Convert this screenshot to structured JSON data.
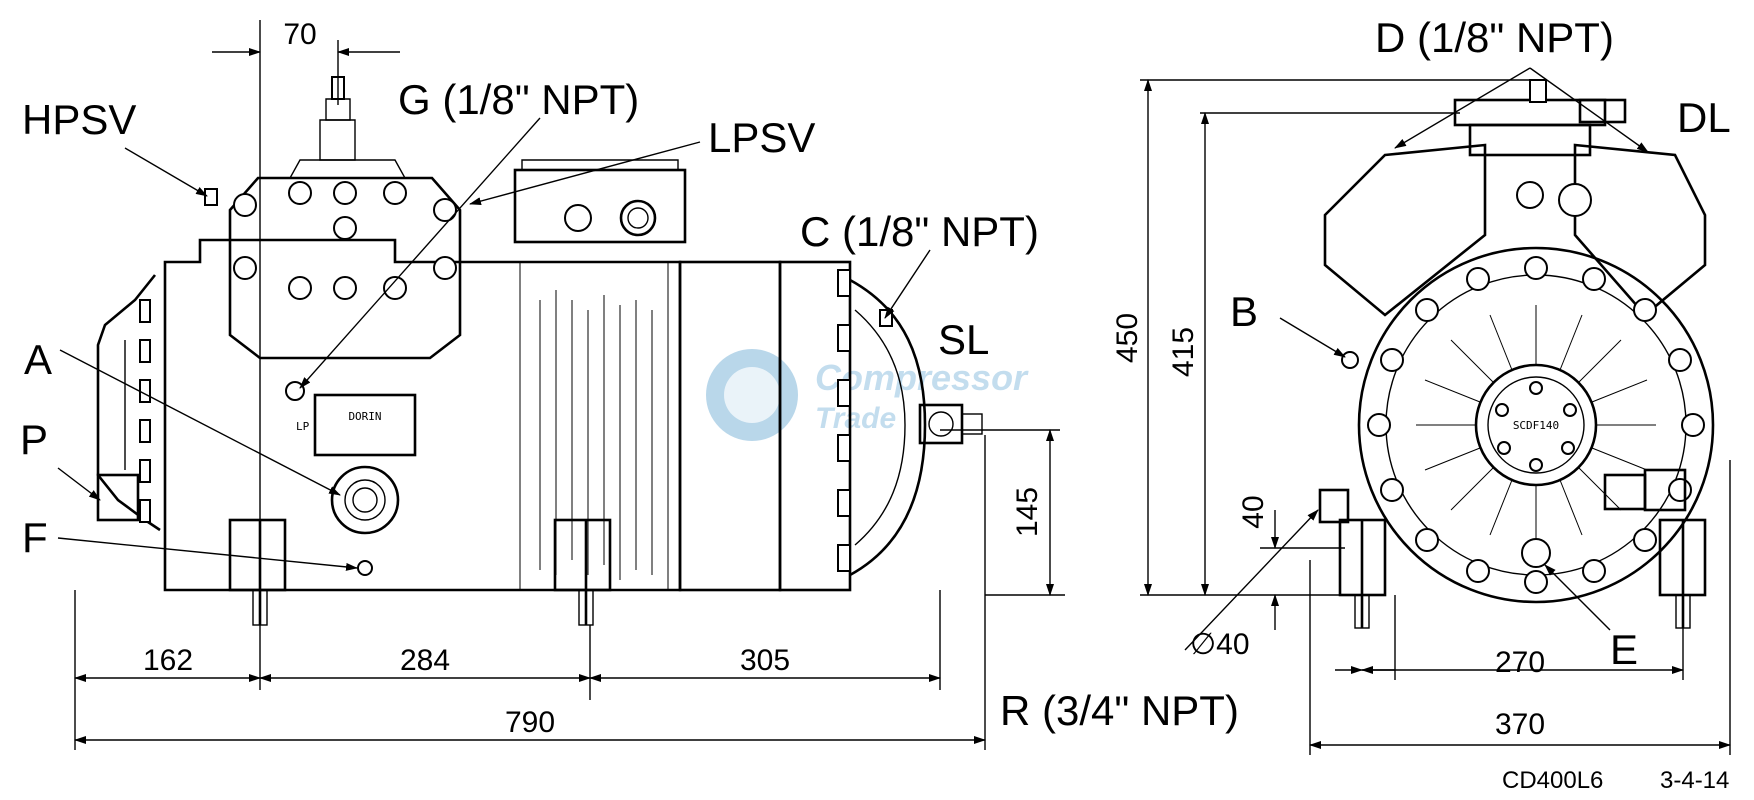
{
  "drawing": {
    "model_code": "CD400L6",
    "revision": "3-4-14",
    "plate_text": "DORIN",
    "end_cover_text": "SCDF140",
    "lp_mark": "LP"
  },
  "watermark": {
    "line1": "Compressor",
    "line2": "Trade"
  },
  "callouts": {
    "hpsv": "HPSV",
    "g": "G (1/8\" NPT)",
    "lpsv": "LPSV",
    "c": "C (1/8\" NPT)",
    "sl": "SL",
    "a": "A",
    "p": "P",
    "f": "F",
    "d": "D (1/8\" NPT)",
    "dl": "DL",
    "b": "B",
    "e": "E",
    "r": "R (3/4\" NPT)"
  },
  "dimensions": {
    "top_70": "70",
    "d162": "162",
    "d284": "284",
    "d305": "305",
    "d790": "790",
    "d145": "145",
    "d450": "450",
    "d415": "415",
    "d40v": "40",
    "dia40": "∅40",
    "d270": "270",
    "d370": "370"
  }
}
